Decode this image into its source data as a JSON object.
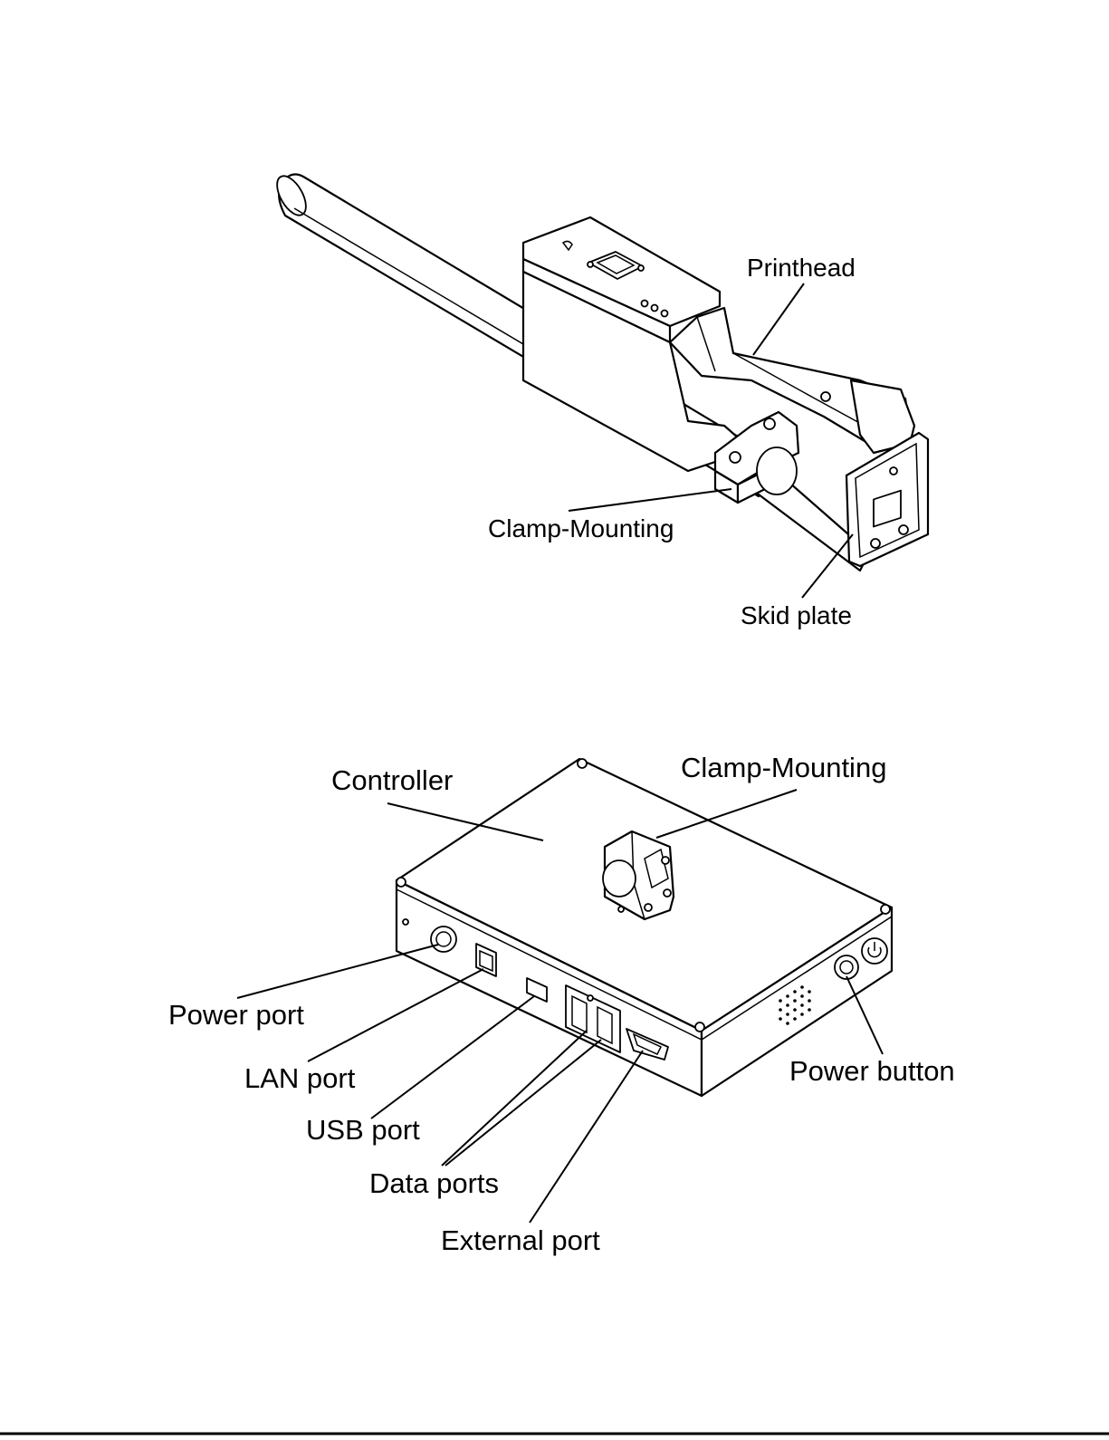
{
  "labels": {
    "printhead": "Printhead",
    "clamp_mounting_top": "Clamp-Mounting",
    "skid_plate": "Skid plate",
    "controller": "Controller",
    "clamp_mounting_bottom": "Clamp-Mounting",
    "power_port": "Power port",
    "lan_port": "LAN port",
    "usb_port": "USB port",
    "data_ports": "Data ports",
    "external_port": "External port",
    "power_button": "Power button"
  }
}
